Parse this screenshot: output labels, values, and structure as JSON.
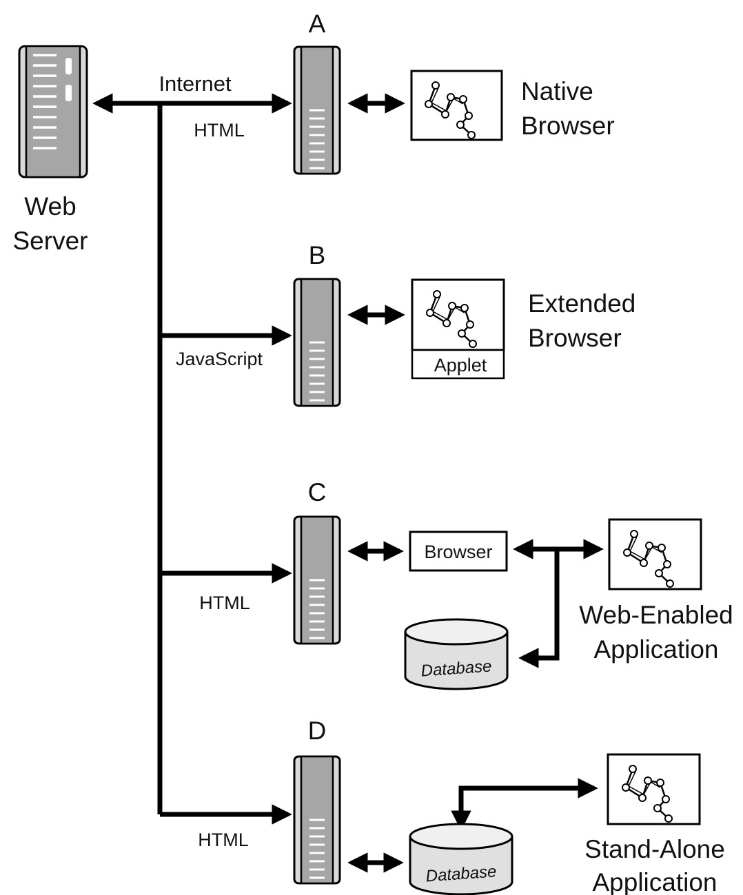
{
  "server": {
    "line1": "Web",
    "line2": "Server"
  },
  "connections": {
    "internet": "Internet",
    "a_protocol": "HTML",
    "b_protocol": "JavaScript",
    "c_protocol": "HTML",
    "d_protocol": "HTML"
  },
  "clients": {
    "a": {
      "letter": "A",
      "line1": "Native",
      "line2": "Browser"
    },
    "b": {
      "letter": "B",
      "line1": "Extended",
      "line2": "Browser",
      "applet": "Applet"
    },
    "c": {
      "letter": "C",
      "browser": "Browser",
      "database": "Database",
      "line1": "Web-Enabled",
      "line2": "Application"
    },
    "d": {
      "letter": "D",
      "database": "Database",
      "line1": "Stand-Alone",
      "line2": "Application"
    }
  },
  "colors": {
    "line": "#000000",
    "tower_fill": "#a6a6a6",
    "tower_edge": "#d9d9d9",
    "db_top": "#f0f0f0"
  }
}
